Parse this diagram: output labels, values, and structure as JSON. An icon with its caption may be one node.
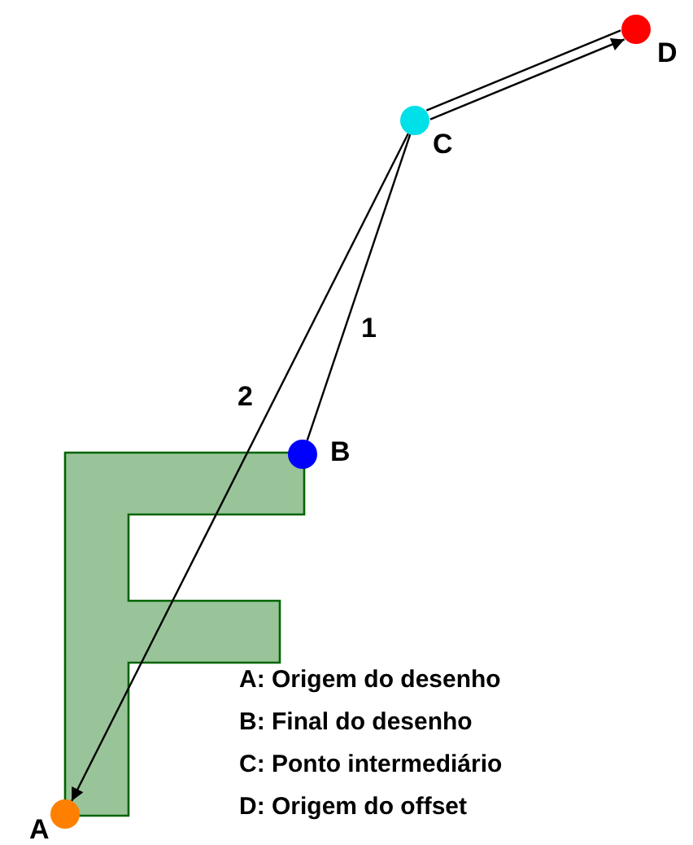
{
  "diagram": {
    "nodes": [
      {
        "text": [],
        "shape": "circle",
        "beside": [
          "A"
        ]
      },
      {
        "text": [],
        "shape": "circle",
        "beside": [
          "B"
        ]
      },
      {
        "text": [],
        "shape": "circle",
        "beside": [
          "C"
        ]
      },
      {
        "text": [],
        "shape": "circle",
        "beside": [
          "D"
        ]
      }
    ],
    "edges": [
      {
        "from": 1,
        "to": 2,
        "arrow": "none",
        "label": "1"
      },
      {
        "from": 2,
        "to": 0,
        "arrow": "to",
        "label": "2"
      },
      {
        "from": 2,
        "to": 3,
        "arrow": "none"
      },
      {
        "from": 2,
        "to": 3,
        "arrow": "to"
      }
    ],
    "labels": [
      "A: Origem do desenho",
      "B: Final do desenho",
      "C: Ponto intermediário",
      "D: Origem do offset"
    ]
  }
}
